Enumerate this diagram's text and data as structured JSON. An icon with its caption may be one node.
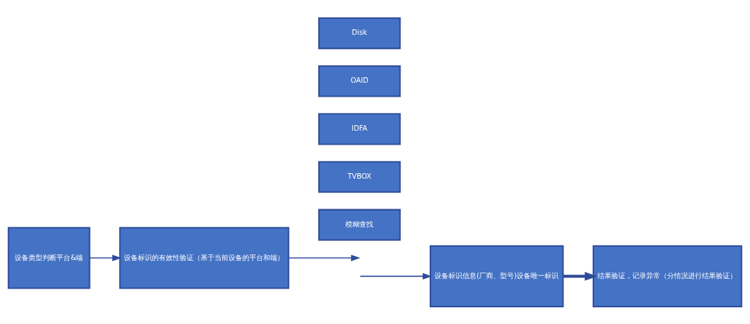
{
  "diagram": {
    "nodes": [
      {
        "text": [
          "设备类型判断平台&端"
        ]
      },
      {
        "text": [
          "设备标识的有效性验证（基于当前设备的平台和端）"
        ]
      },
      {
        "text": [
          "Disk"
        ]
      },
      {
        "text": [
          "OAID"
        ]
      },
      {
        "text": [
          "IDFA"
        ]
      },
      {
        "text": [
          "TVBOX"
        ]
      },
      {
        "text": [
          "模糊查找"
        ]
      },
      {
        "text": [
          "设备标识信息(厂商、型号)设备唯一标识"
        ]
      },
      {
        "text": [
          "结果验证，记录异常（分情况进行结果验证）"
        ]
      }
    ],
    "edges": [
      {
        "from": 0,
        "to": 1,
        "arrow": "to"
      },
      {
        "from": 1,
        "to": null,
        "arrow": "to"
      },
      {
        "from": null,
        "to": 7,
        "arrow": "to"
      },
      {
        "from": 7,
        "to": 8,
        "arrow": "to",
        "style": "thick"
      }
    ]
  }
}
